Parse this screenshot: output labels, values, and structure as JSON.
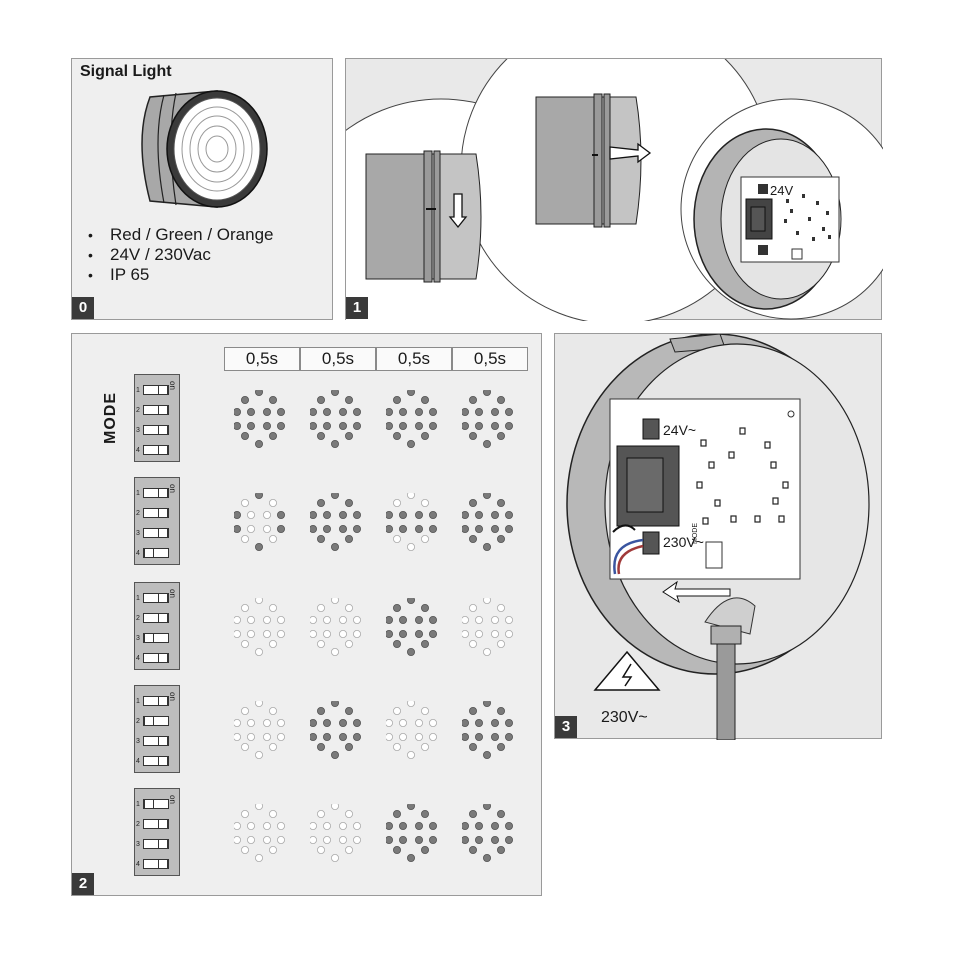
{
  "panel0": {
    "title": "Signal Light",
    "features": [
      "Red / Green / Orange",
      "24V / 230Vac",
      "IP 65"
    ],
    "badge": "0"
  },
  "panel1": {
    "badge": "1",
    "board_label": "24V"
  },
  "panel2": {
    "badge": "2",
    "mode_label": "MODE",
    "interval_headers": [
      "0,5s",
      "0,5s",
      "0,5s",
      "0,5s"
    ],
    "dip_on_label": "on",
    "dip_numbers": [
      "1",
      "2",
      "3",
      "4"
    ],
    "modes": [
      {
        "switches": [
          "on",
          "on",
          "on",
          "on"
        ],
        "frames": [
          "full",
          "full",
          "full",
          "full"
        ]
      },
      {
        "switches": [
          "on",
          "on",
          "on",
          "off"
        ],
        "frames": [
          "ends",
          "full",
          "lit-hollow",
          "full"
        ]
      },
      {
        "switches": [
          "on",
          "on",
          "off",
          "on"
        ],
        "frames": [
          "off",
          "off",
          "full",
          "off"
        ]
      },
      {
        "switches": [
          "on",
          "off",
          "on",
          "on"
        ],
        "frames": [
          "off",
          "full",
          "off",
          "full"
        ]
      },
      {
        "switches": [
          "off",
          "on",
          "on",
          "on"
        ],
        "frames": [
          "off",
          "off",
          "full",
          "full"
        ]
      }
    ]
  },
  "panel3": {
    "badge": "3",
    "label_24v": "24V~",
    "label_230v": "230V~",
    "mode_small": "MODE",
    "warning_text": "230V~"
  },
  "colors": {
    "led_on": "#7a7a7a",
    "led_off": "#ffffff",
    "panel_bg": "#efefef",
    "badge_bg": "#3a3a3a"
  }
}
